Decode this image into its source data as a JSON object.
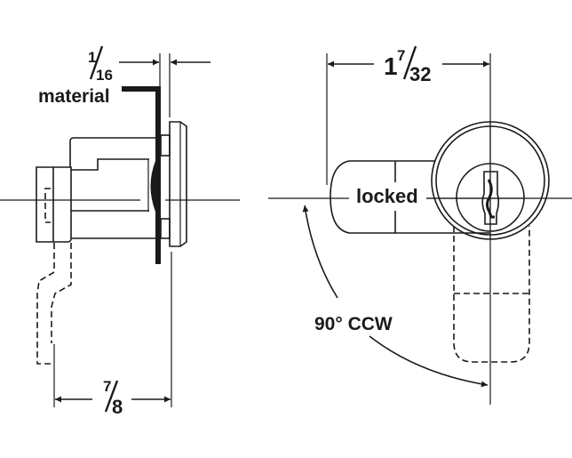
{
  "side_view": {
    "material_thickness": {
      "numerator": "1",
      "denominator": "16"
    },
    "material_label": "material",
    "depth": {
      "numerator": "7",
      "denominator": "8"
    }
  },
  "front_view": {
    "width": {
      "whole": "1",
      "numerator": "7",
      "denominator": "32"
    },
    "cam_label": "locked",
    "rotation_label": "90° CCW"
  },
  "colors": {
    "line": "#1a1a1a",
    "background": "#ffffff"
  }
}
